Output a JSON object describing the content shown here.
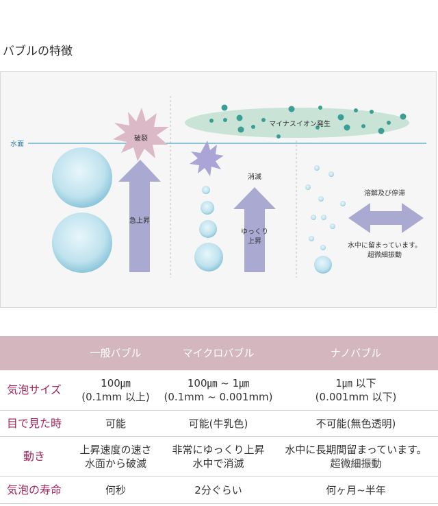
{
  "page_title": "バブルの特徴",
  "diagram": {
    "water_surface": "水面",
    "burst": "破裂",
    "rapid_rise": "急上昇",
    "negative_ions": "マイナスイオン発生",
    "disappear": "消滅",
    "slow_rise_line1": "ゆっくり",
    "slow_rise_line2": "上昇",
    "dissolve": "溶解及び停滞",
    "stay_line1": "水中に留まっています。",
    "stay_line2": "超微細振動",
    "colors": {
      "water_line": "#4aa6c8",
      "arrow": "#a9a9d1",
      "burst": "#dcb9c6",
      "ion_cloud": "#c9e3d6",
      "ion_dot": "#3b9e94"
    }
  },
  "table": {
    "headers": [
      "",
      "一般バブル",
      "マイクロバブル",
      "ナノバブル"
    ],
    "rows": [
      {
        "label": "気泡サイズ",
        "cells": [
          [
            "100㎛",
            "(0.1mm 以上)"
          ],
          [
            "100㎛ ~ 1㎛",
            "(0.1mm ~ 0.001mm)"
          ],
          [
            "1㎛ 以下",
            "(0.001mm 以下)"
          ]
        ]
      },
      {
        "label": "目で見た時",
        "cells": [
          [
            "可能"
          ],
          [
            "可能(牛乳色)"
          ],
          [
            "不可能(無色透明)"
          ]
        ]
      },
      {
        "label": "動き",
        "cells": [
          [
            "上昇速度の速さ",
            "水面から破滅"
          ],
          [
            "非常にゆっくり上昇",
            "水中で消滅"
          ],
          [
            "水中に長期間留まっています。",
            "超微細振動"
          ]
        ]
      },
      {
        "label": "気泡の寿命",
        "cells": [
          [
            "何秒"
          ],
          [
            "2分ぐらい"
          ],
          [
            "何ヶ月~半年"
          ]
        ]
      }
    ]
  }
}
